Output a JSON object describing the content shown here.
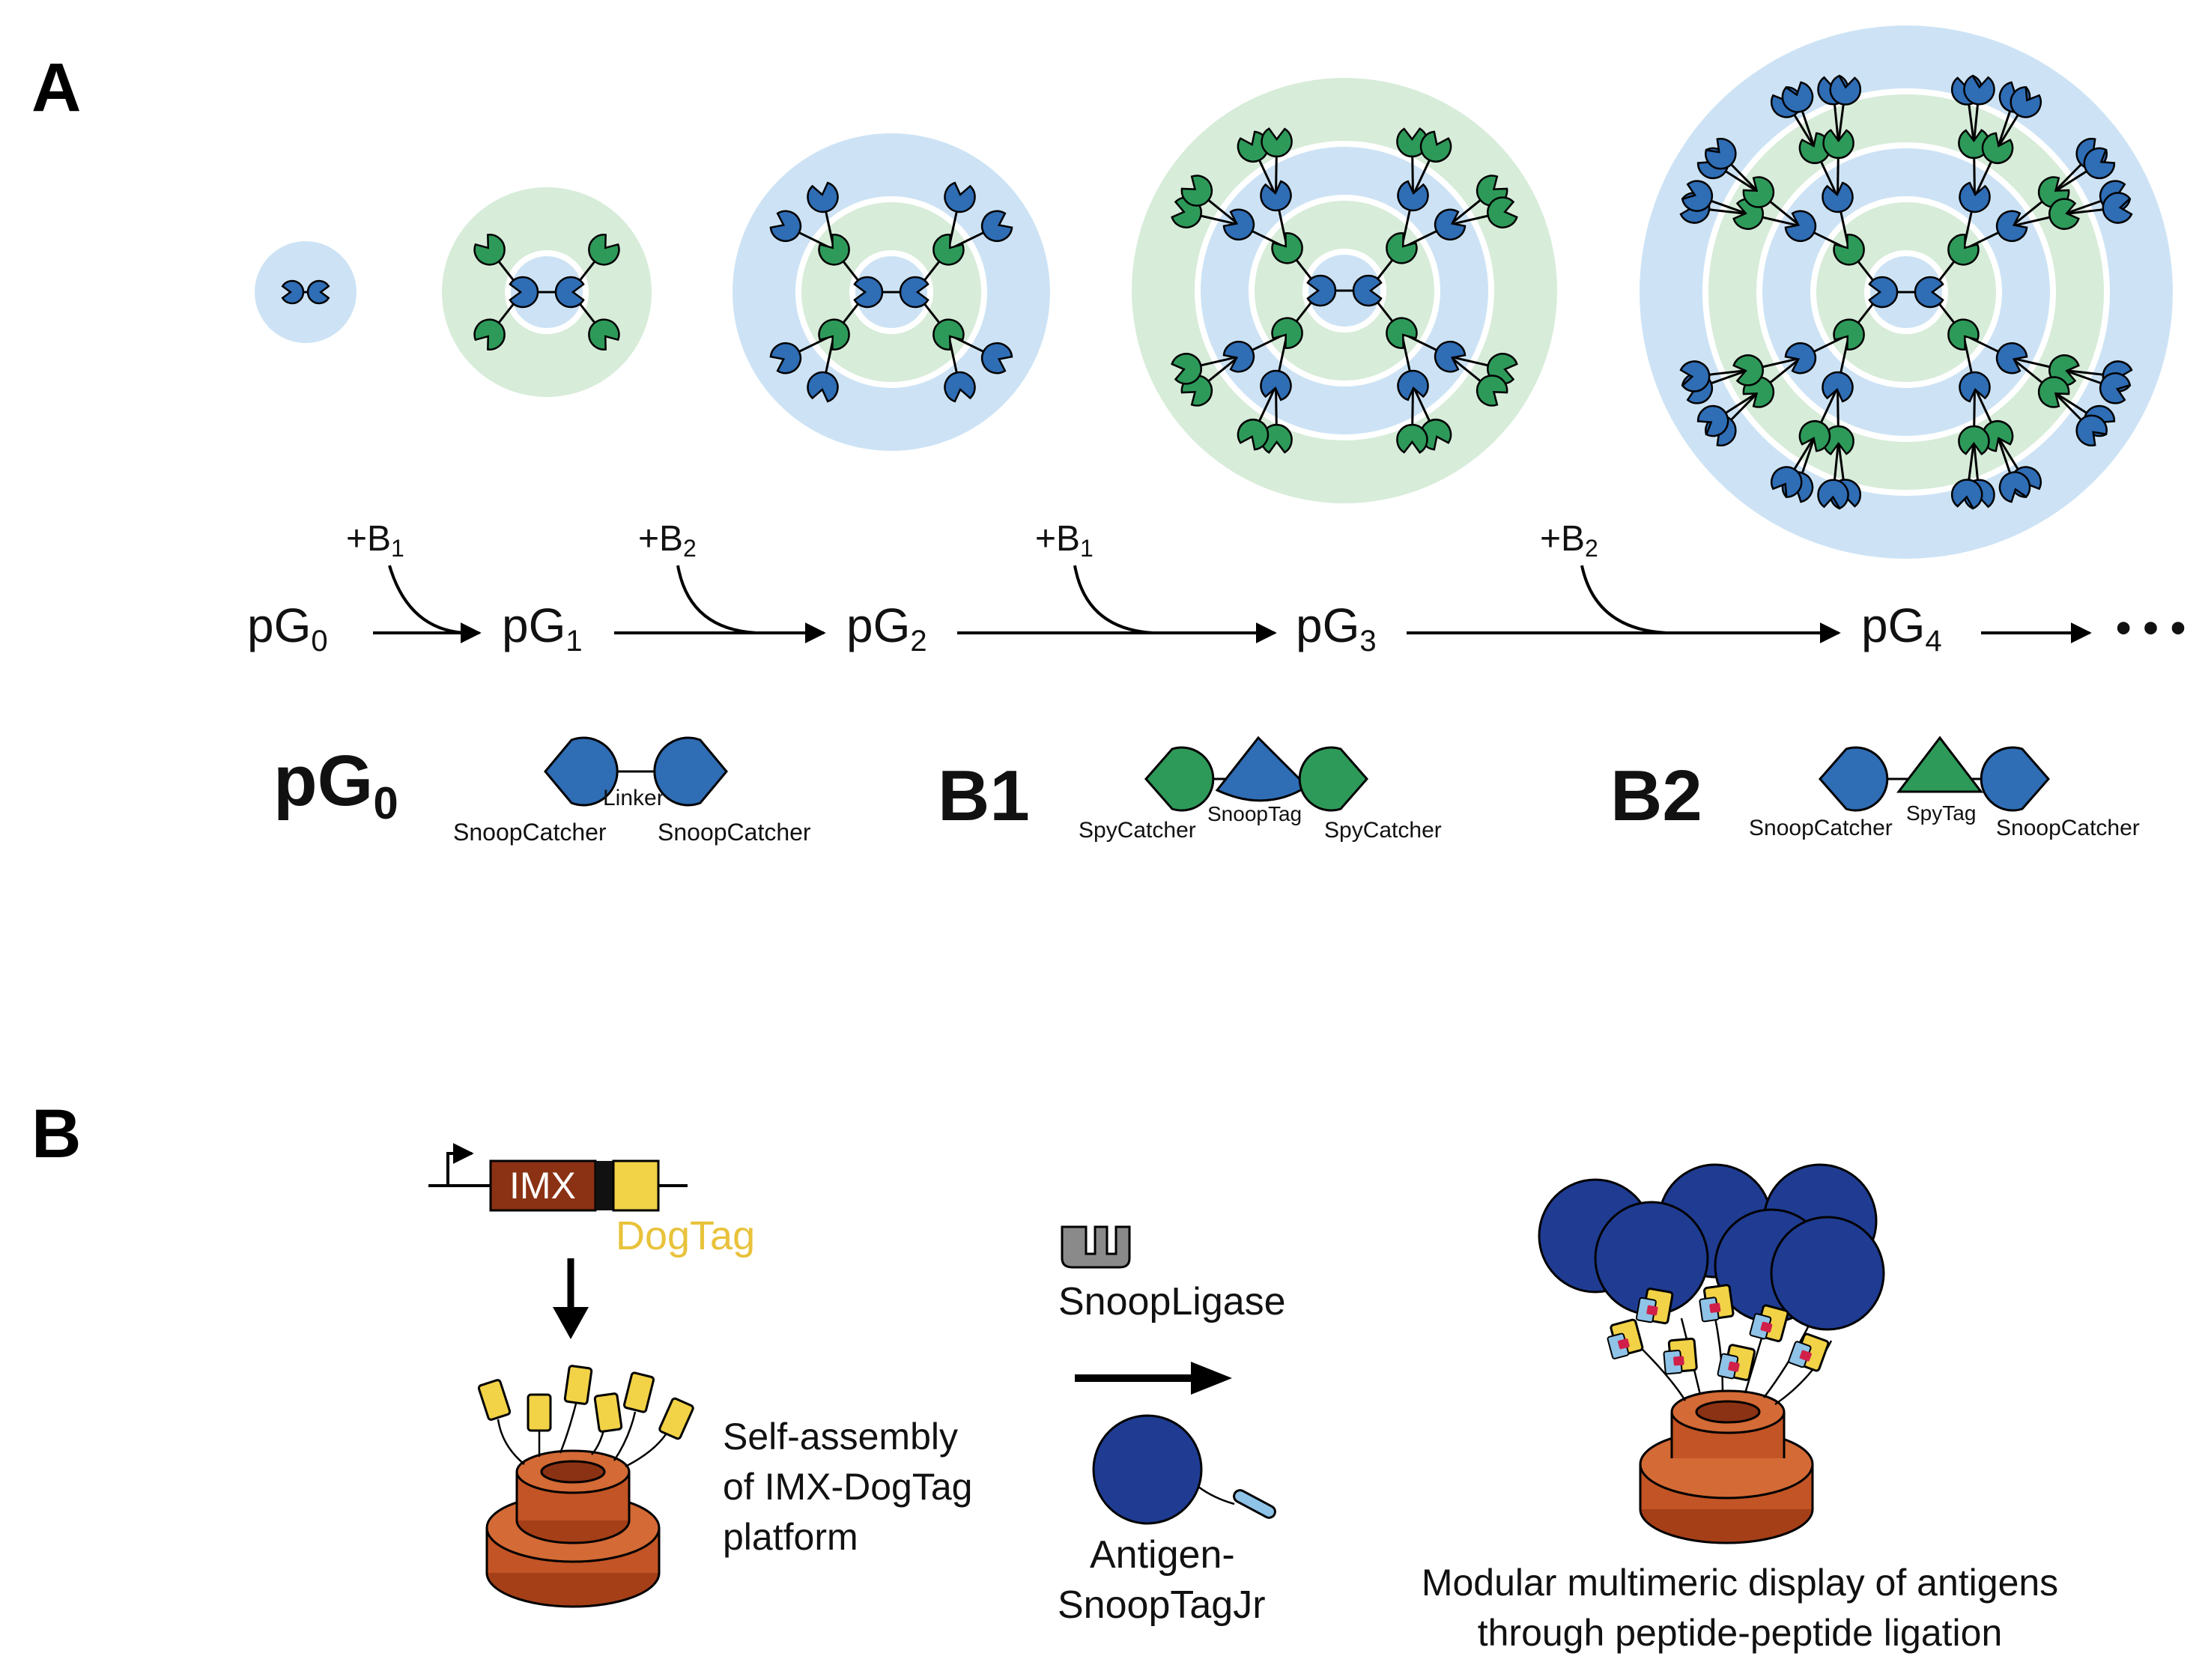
{
  "panel_a": {
    "letter": "A",
    "generations": [
      {
        "base": "pG",
        "sub": "0"
      },
      {
        "base": "pG",
        "sub": "1"
      },
      {
        "base": "pG",
        "sub": "2"
      },
      {
        "base": "pG",
        "sub": "3"
      },
      {
        "base": "pG",
        "sub": "4"
      }
    ],
    "additions": [
      {
        "base": "+B",
        "sub": "1"
      },
      {
        "base": "+B",
        "sub": "2"
      },
      {
        "base": "+B",
        "sub": "1"
      },
      {
        "base": "+B",
        "sub": "2"
      }
    ],
    "ellipsis": "• • •",
    "legend": {
      "pg0": {
        "base": "pG",
        "sub": "0",
        "left": "SnoopCatcher",
        "linker": "Linker",
        "right": "SnoopCatcher"
      },
      "b1": {
        "title": "B1",
        "left": "SpyCatcher",
        "middle": "SnoopTag",
        "right": "SpyCatcher"
      },
      "b2": {
        "title": "B2",
        "left": "SnoopCatcher",
        "middle": "SpyTag",
        "right": "SnoopCatcher"
      }
    },
    "colors": {
      "blue": "#2f6db5",
      "green": "#2e9a5a",
      "light_blue": "#cde3f5",
      "light_green": "#d7ecd9"
    }
  },
  "panel_b": {
    "letter": "B",
    "gene_label": "IMX",
    "tag_label": "DogTag",
    "self_assembly": [
      "Self-assembly",
      "of IMX-DogTag",
      "platform"
    ],
    "ligase": "SnoopLigase",
    "antigen": [
      "Antigen-",
      "SnoopTagJr"
    ],
    "display": [
      "Modular multimeric display of antigens",
      "through peptide-peptide ligation"
    ],
    "colors": {
      "brick": "#b8481f",
      "yellow": "#f2d246",
      "navy": "#1f3c92"
    }
  }
}
